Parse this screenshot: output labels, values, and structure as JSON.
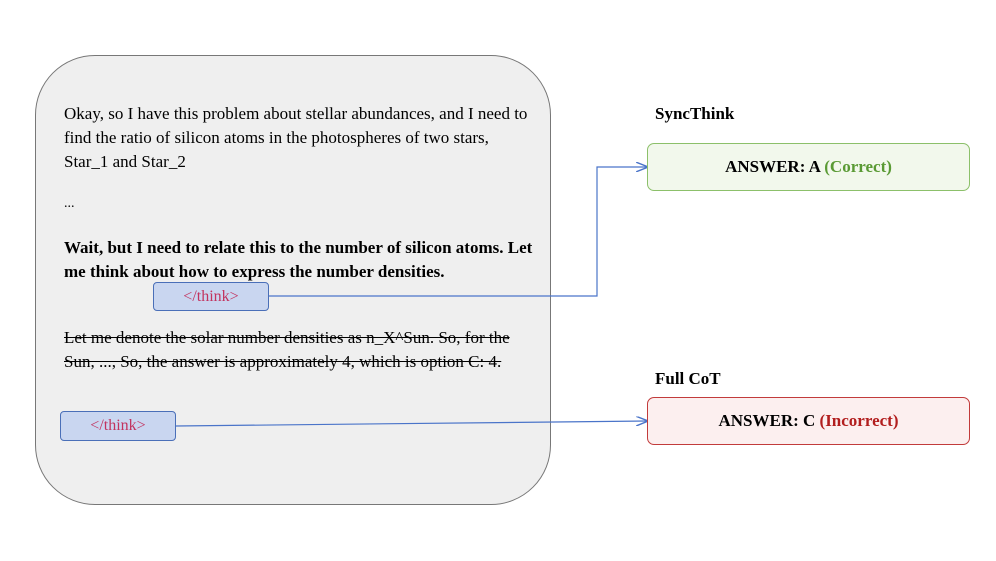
{
  "trace": {
    "intro": "Okay, so I have this problem about stellar abundances, and I need to find the ratio of silicon atoms in the photospheres of two stars, Star_1 and Star_2",
    "ellipsis": "...",
    "bold_text": "Wait, but I need to relate this to the number of silicon atoms. Let me think about how to express the number densities.",
    "think_tag_early": "</think>",
    "struck_text": "Let me denote the solar number densities as n_X^Sun. So, for the Sun, ..., So, the answer is approximately 4, which is option C: 4.",
    "think_tag_late": "</think>"
  },
  "synthink": {
    "label": "SyncThink",
    "answer_prefix": "ANSWER: A",
    "verdict": "(Correct)"
  },
  "fullcot": {
    "label": "Full CoT",
    "answer_prefix": "ANSWER: C",
    "verdict": "(Incorrect)"
  },
  "colors": {
    "arrow": "#4a74c9",
    "correct": "#5a9a34",
    "incorrect": "#b21e1e",
    "think_text": "#c2335f"
  }
}
